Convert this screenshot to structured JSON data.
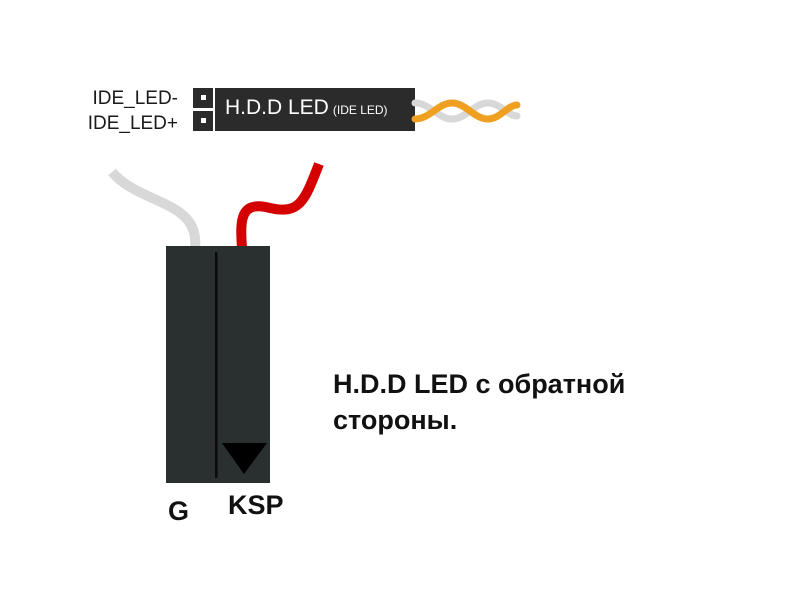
{
  "connector": {
    "pin_minus": "IDE_LED-",
    "pin_plus": "IDE_LED+",
    "header_label": "H.D.D LED",
    "header_sublabel": "(IDE LED)"
  },
  "plug": {
    "pole_left": "G",
    "pole_right": "KSP"
  },
  "caption": {
    "line1": "H.D.D LED с обратной",
    "line2": "стороны."
  },
  "colors": {
    "header": "#2b2b2b",
    "plug_body": "#2a2f2f",
    "wire_red": "#d40000",
    "wire_white": "#d8d8d8",
    "wire_orange": "#f0a020"
  }
}
